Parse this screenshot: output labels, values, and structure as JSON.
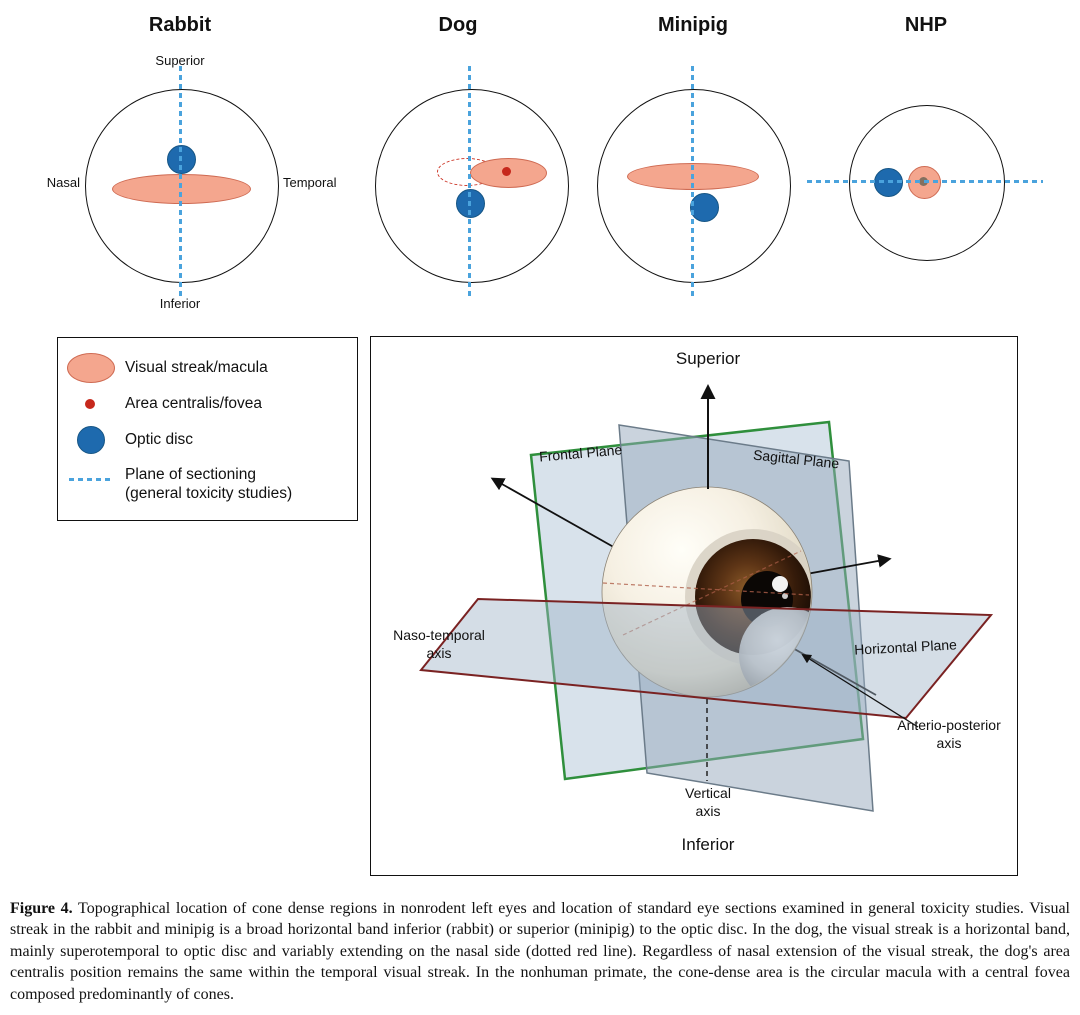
{
  "panels": [
    {
      "title": "Rabbit",
      "labels": {
        "top": "Superior",
        "bottom": "Inferior",
        "left": "Nasal",
        "right": "Temporal"
      }
    },
    {
      "title": "Dog"
    },
    {
      "title": "Minipig"
    },
    {
      "title": "NHP"
    }
  ],
  "legend": {
    "items": [
      {
        "icon": "visual-streak-ellipse",
        "label": "Visual streak/macula"
      },
      {
        "icon": "area-centralis-dot",
        "label": "Area centralis/fovea"
      },
      {
        "icon": "optic-disc-circle",
        "label": "Optic disc"
      },
      {
        "icon": "dotted-section-line",
        "label": "Plane of sectioning",
        "label2": "(general toxicity studies)"
      }
    ]
  },
  "diagram3d": {
    "superior": "Superior",
    "inferior": "Inferior",
    "frontal_plane": "Frontal Plane",
    "sagittal_plane": "Sagittal Plane",
    "horizontal_plane": "Horizontal Plane",
    "naso_temporal_line1": "Naso-temporal",
    "naso_temporal_line2": "axis",
    "anterio_posterior_line1": "Anterio-posterior",
    "anterio_posterior_line2": "axis",
    "vertical_line1": "Vertical",
    "vertical_line2": "axis"
  },
  "caption": {
    "label": "Figure 4.",
    "text": "Topographical location of cone dense regions in nonrodent left eyes and location of standard eye sections examined in general toxicity studies. Visual streak in the rabbit and minipig is a broad horizontal band inferior (rabbit) or superior (minipig) to the optic disc. In the dog, the visual streak is a horizontal band, mainly superotemporal to optic disc and variably extending on the nasal side (dotted red line). Regardless of nasal extension of the visual streak, the dog's area centralis position remains the same within the temporal visual streak. In the nonhuman primate, the cone-dense area is the circular macula with a central fovea composed predominantly of cones."
  },
  "colors": {
    "visual_streak_fill": "#f4a68e",
    "visual_streak_border": "#cf6b53",
    "optic_disc_blue": "#1e6aae",
    "section_line_blue": "#4aa3dd",
    "area_centralis_red": "#c6281c",
    "dog_dashed_red": "#cc3526",
    "frontal_plane_green": "#2f8f3c",
    "horizontal_plane_red": "#7a2222"
  }
}
